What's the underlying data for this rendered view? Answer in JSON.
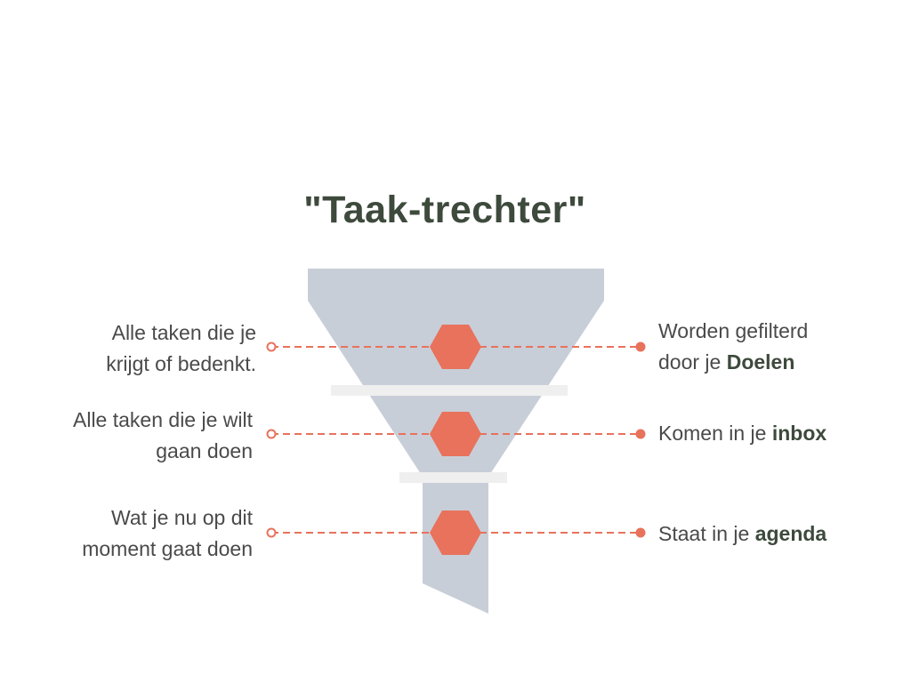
{
  "title": "\"Taak-trechter\"",
  "stages": [
    {
      "left_lines": [
        "Alle taken die je",
        "krijgt of bedenkt."
      ],
      "right_lines": [
        "Worden gefilterd",
        "door je "
      ],
      "right_emphasis": "Doelen"
    },
    {
      "left_lines": [
        "Alle taken die je wilt",
        "gaan doen"
      ],
      "right_lines": [
        "Komen in je "
      ],
      "right_emphasis": "inbox"
    },
    {
      "left_lines": [
        "Wat je  nu op dit",
        "moment gaat doen"
      ],
      "right_lines": [
        "Staat in je "
      ],
      "right_emphasis": "agenda"
    }
  ],
  "colors": {
    "funnel": "#c8ced8",
    "separator": "#efefef",
    "accent": "#e8725c",
    "title": "#3d4a3c",
    "text": "#4a4a4a"
  },
  "icons": {
    "marker": "hexagon-icon",
    "endpoint_left": "hollow-circle-icon",
    "endpoint_right": "filled-circle-icon"
  }
}
